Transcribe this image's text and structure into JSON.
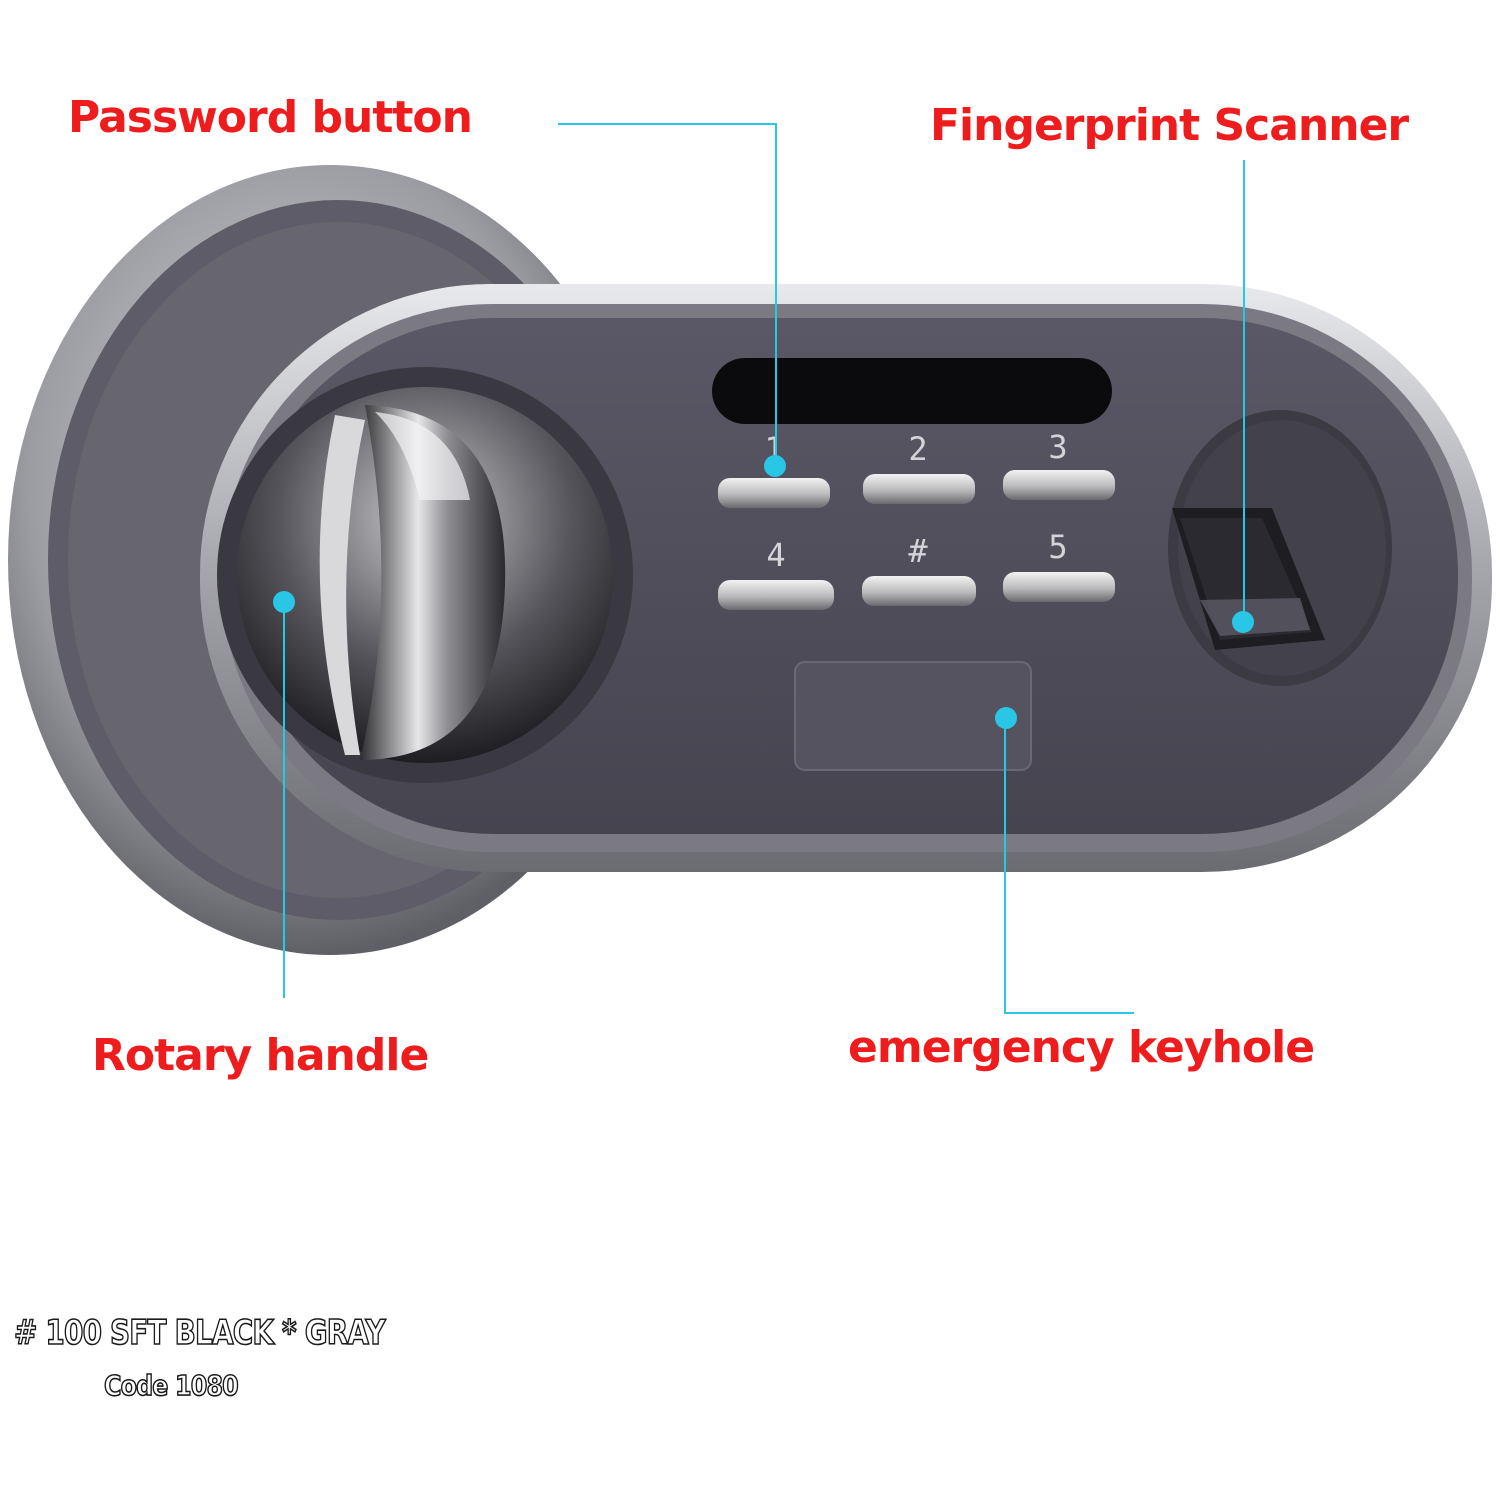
{
  "labels": {
    "password_button": "Password button",
    "fingerprint_scanner": "Fingerprint Scanner",
    "rotary_handle": "Rotary handle",
    "emergency_keyhole": "emergency keyhole"
  },
  "keypad": {
    "keys": [
      "1",
      "2",
      "3",
      "4",
      "#",
      "5"
    ]
  },
  "product": {
    "name": "# 100 SFT BLACK * GRAY",
    "code": "Code 1080"
  },
  "colors": {
    "callout_text": "#ee1c1c",
    "leader_line": "#29c6e6",
    "panel": "#4e4c5a",
    "bezel": "#b8b9bf"
  }
}
